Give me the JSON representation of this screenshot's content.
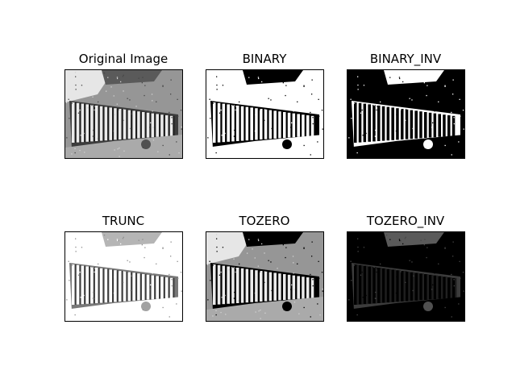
{
  "figure": {
    "panels": [
      {
        "title": "Original Image",
        "mode": "original"
      },
      {
        "title": "BINARY",
        "mode": "binary"
      },
      {
        "title": "BINARY_INV",
        "mode": "binary_inv"
      },
      {
        "title": "TRUNC",
        "mode": "trunc"
      },
      {
        "title": "TOZERO",
        "mode": "tozero"
      },
      {
        "title": "TOZERO_INV",
        "mode": "tozero_inv"
      }
    ]
  }
}
